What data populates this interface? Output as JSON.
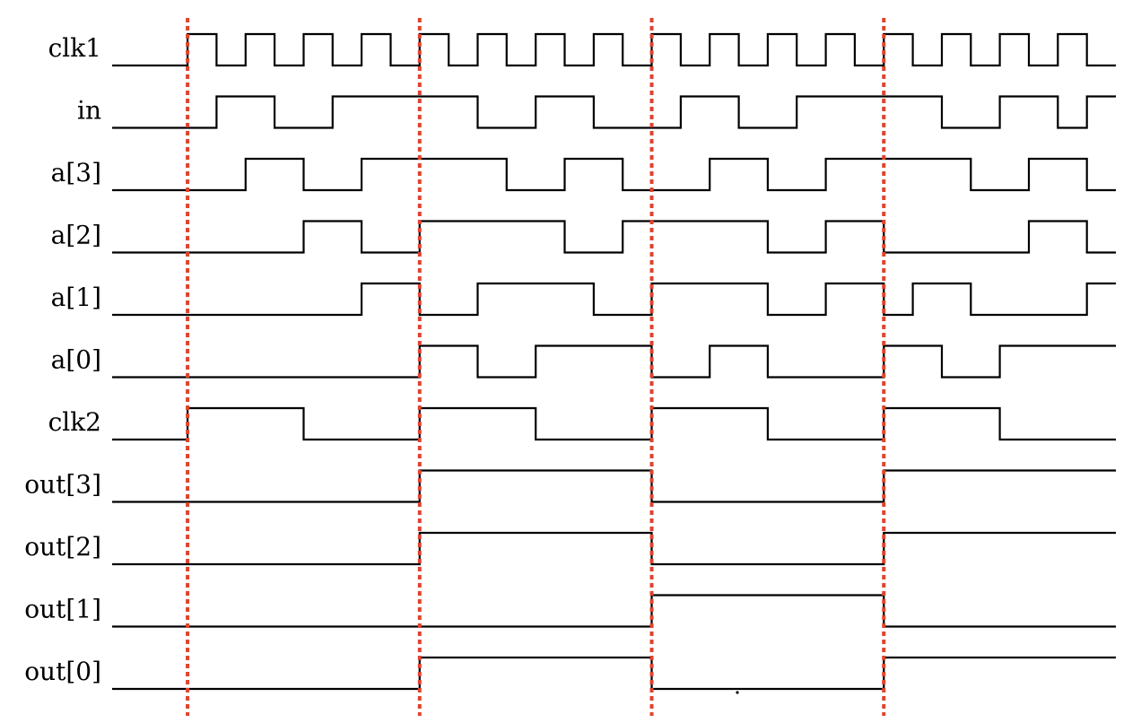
{
  "signals": [
    {
      "name": "clk1",
      "initial": 0,
      "edges": [
        2.6,
        3.6,
        4.6,
        5.6,
        6.6,
        7.6,
        8.6,
        9.6,
        10.6,
        11.6,
        12.6,
        13.6,
        14.6,
        15.6,
        16.6,
        17.6,
        18.6,
        19.6,
        20.6,
        21.6,
        22.6,
        23.6,
        24.6,
        25.6,
        26.6,
        27.6,
        28.6,
        29.6,
        30.6,
        31.6,
        32.6,
        33.6
      ]
    },
    {
      "name": "in",
      "initial": 0,
      "edges": [
        3.6,
        5.6,
        7.6,
        12.6,
        14.6,
        16.6,
        19.6,
        21.6,
        23.6,
        28.6,
        30.6,
        32.6,
        33.6
      ]
    },
    {
      "name": "a[3]",
      "initial": 0,
      "edges": [
        4.6,
        6.6,
        8.6,
        13.6,
        15.6,
        17.6,
        20.6,
        22.6,
        24.6,
        29.6,
        31.6,
        33.6
      ]
    },
    {
      "name": "a[2]",
      "initial": 0,
      "edges": [
        6.6,
        8.6,
        10.6,
        15.6,
        17.6,
        22.6,
        24.6,
        26.6,
        31.6,
        33.6
      ]
    },
    {
      "name": "a[1]",
      "initial": 0,
      "edges": [
        8.6,
        10.6,
        12.6,
        16.6,
        18.6,
        22.6,
        24.6,
        26.6,
        27.6,
        29.6,
        33.6
      ]
    },
    {
      "name": "a[0]",
      "initial": 0,
      "edges": [
        10.6,
        12.6,
        14.6,
        18.6,
        20.6,
        22.6,
        26.6,
        28.6,
        30.6
      ]
    },
    {
      "name": "clk2",
      "initial": 0,
      "edges": [
        2.6,
        6.6,
        10.6,
        14.6,
        18.6,
        22.6,
        26.6,
        30.6
      ]
    },
    {
      "name": "out[3]",
      "initial": 0,
      "edges": [
        10.6,
        18.6,
        26.6
      ]
    },
    {
      "name": "out[2]",
      "initial": 0,
      "edges": [
        10.6,
        18.6,
        26.6
      ]
    },
    {
      "name": "out[1]",
      "initial": 0,
      "edges": [
        18.6,
        26.6
      ]
    },
    {
      "name": "out[0]",
      "initial": 0,
      "edges": [
        10.6,
        18.6,
        26.6
      ]
    }
  ],
  "time_range": [
    0,
    34.6
  ],
  "markers": [
    2.6,
    10.6,
    18.6,
    26.6
  ],
  "colors": {
    "trace": "#000000",
    "marker": "#e0432e"
  }
}
